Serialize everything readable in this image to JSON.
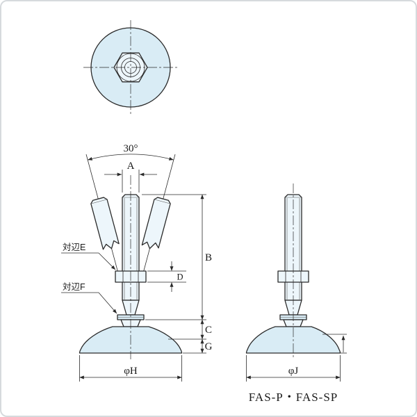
{
  "drawing": {
    "title": "FAS-P・FAS-SP",
    "colors": {
      "line": "#2a2a2a",
      "part_fill": "#d9ecf5",
      "part_fill_light": "#edf6fb",
      "background": "#ffffff"
    },
    "labels": {
      "angle_30": "30°",
      "dim_a": "A",
      "dim_b": "B",
      "dim_c": "C",
      "dim_d": "D",
      "dim_g": "G",
      "dia_h": "φH",
      "dia_j": "φJ",
      "across_flats_e": "対辺E",
      "across_flats_f": "対辺F"
    }
  }
}
